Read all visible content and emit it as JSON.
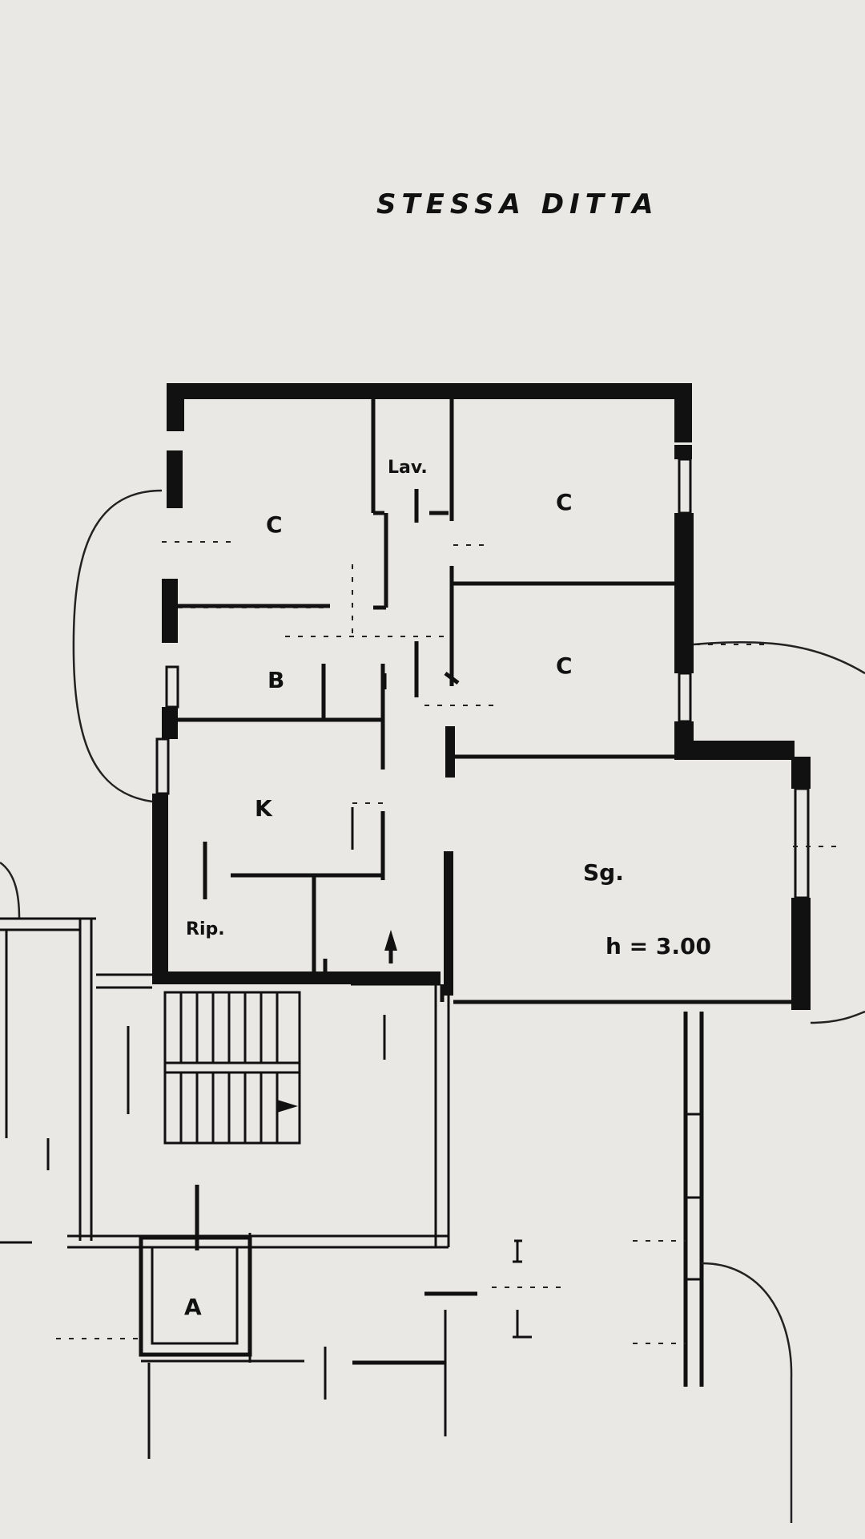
{
  "plan": {
    "title": "STESSA DITTA",
    "rooms": {
      "bedroom_top_left": "C",
      "laundry": "Lav.",
      "bedroom_top_right": "C",
      "bedroom_mid_right": "C",
      "bathroom": "B",
      "kitchen": "K",
      "storage": "Rip.",
      "living_room": "Sg.",
      "ceiling_height": "h = 3.00",
      "elevator": "A"
    }
  }
}
